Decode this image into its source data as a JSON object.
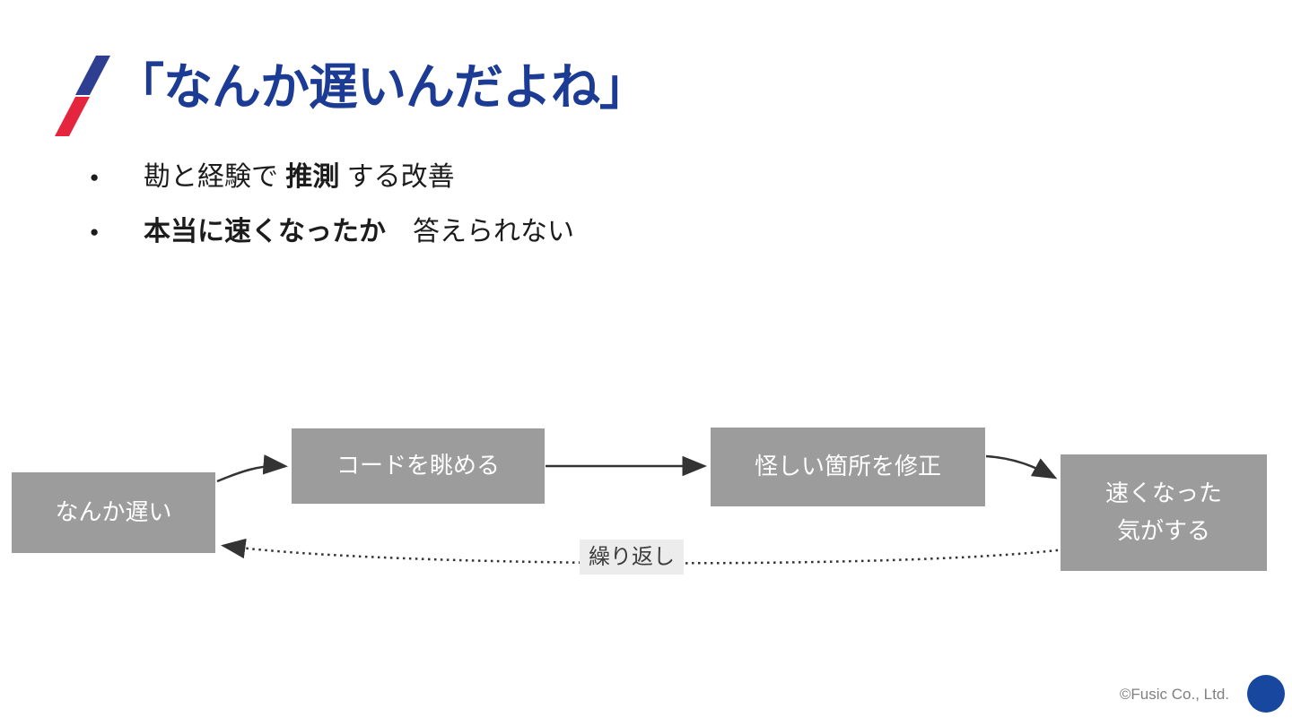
{
  "title": {
    "text": "「なんか遅いんだよね」"
  },
  "bullets": {
    "glyph": "●",
    "items": [
      {
        "pre": "勘と経験で ",
        "bold": "推測",
        "post": " する改善"
      },
      {
        "pre": "",
        "bold": "本当に速くなったか",
        "post": "　答えられない"
      }
    ]
  },
  "flow": {
    "nodes": [
      {
        "label": "なんか遅い"
      },
      {
        "label": "コードを眺める"
      },
      {
        "label": "怪しい箇所を修正"
      },
      {
        "label": "速くなった\n気がする"
      }
    ],
    "loop_label": "繰り返し"
  },
  "footer": {
    "copyright": "©Fusic Co., Ltd."
  },
  "colors": {
    "title_blue": "#1b3b94",
    "box_gray": "#9c9c9c",
    "logo_circle_blue": "#17479e",
    "slash_blue": "#2e3f92",
    "slash_red": "#e5243d",
    "arrow_color": "#333333",
    "loop_label_bg": "#ececec"
  }
}
